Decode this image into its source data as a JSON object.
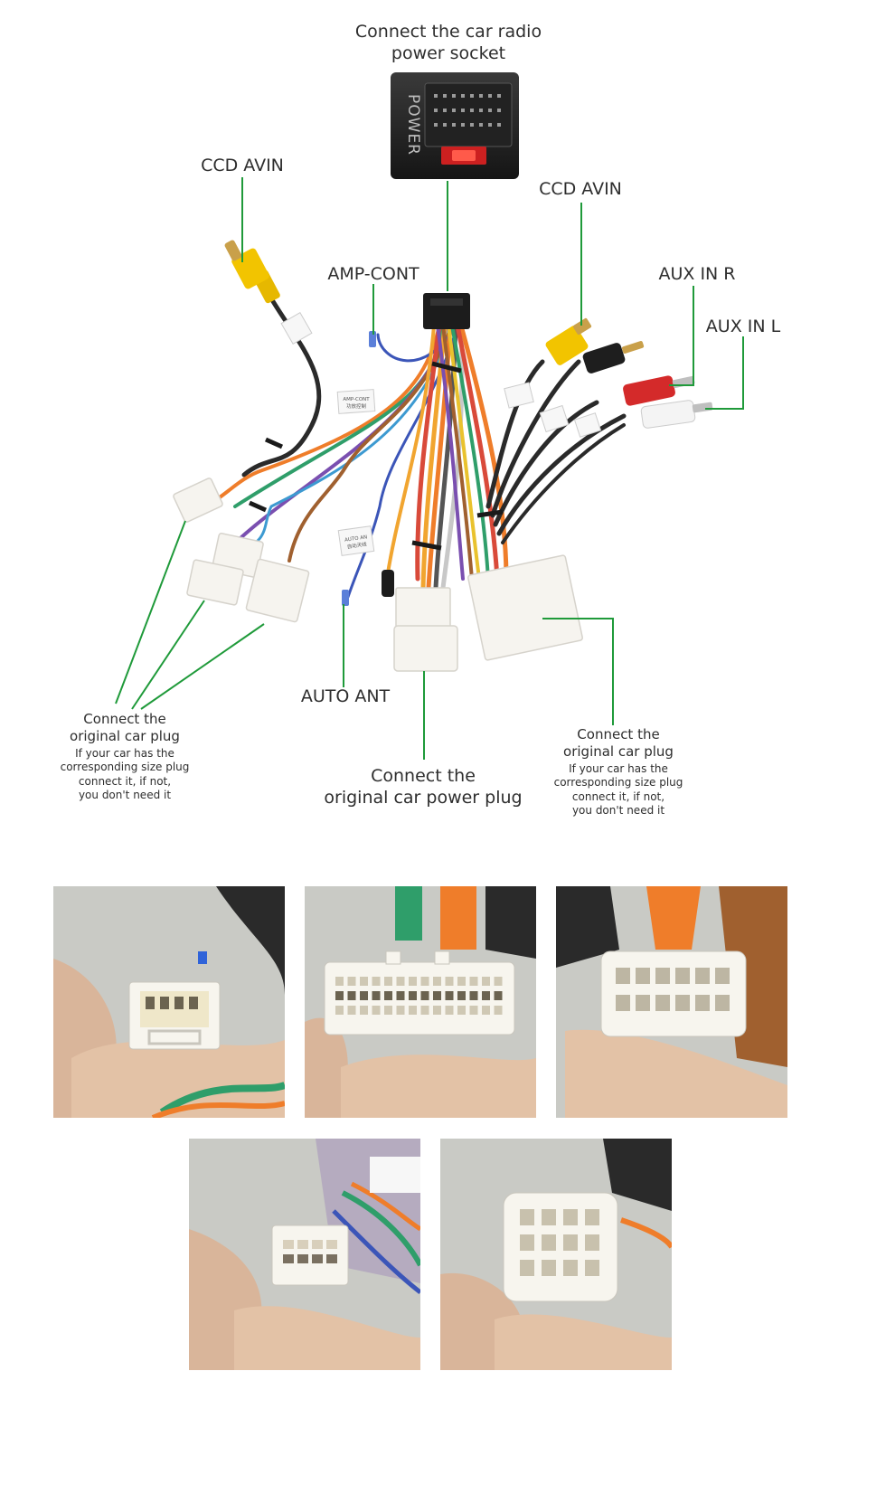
{
  "labels": {
    "power_socket": [
      "Connect the car radio",
      "power socket"
    ],
    "ccd_avin_left": "CCD AVIN",
    "ccd_avin_right": "CCD AVIN",
    "amp_cont": "AMP-CONT",
    "aux_in_r": "AUX IN R",
    "aux_in_l": "AUX IN L",
    "auto_ant": "AUTO ANT",
    "original_plug_left": {
      "title": [
        "Connect the",
        "original car plug"
      ],
      "note": [
        "If your car has the",
        "corresponding size plug",
        "connect it, if not,",
        "you don't need it"
      ]
    },
    "original_plug_right": {
      "title": [
        "Connect the",
        "original car plug"
      ],
      "note": [
        "If your car has the",
        "corresponding size plug",
        "connect it, if not,",
        "you don't need it"
      ]
    },
    "power_plug": [
      "Connect the",
      "original car power plug"
    ]
  },
  "socket_text": "POWER",
  "tags": {
    "amp": [
      "AMP-CONT",
      "功放控制"
    ],
    "auto": [
      "AUTO AN",
      "自动天线"
    ]
  },
  "colors": {
    "leader_line": "#1f9a3a",
    "rca_yellow": "#f2c400",
    "rca_red": "#d42a2a",
    "rca_white": "#f4f4f4",
    "connector": "#f6f4ef"
  },
  "photos": [
    {
      "name": "photo-connector-small",
      "type": "small"
    },
    {
      "name": "photo-connector-wide",
      "type": "wide"
    },
    {
      "name": "photo-connector-main",
      "type": "main"
    },
    {
      "name": "photo-connector-amp",
      "type": "amp"
    },
    {
      "name": "photo-connector-mid",
      "type": "mid"
    }
  ]
}
